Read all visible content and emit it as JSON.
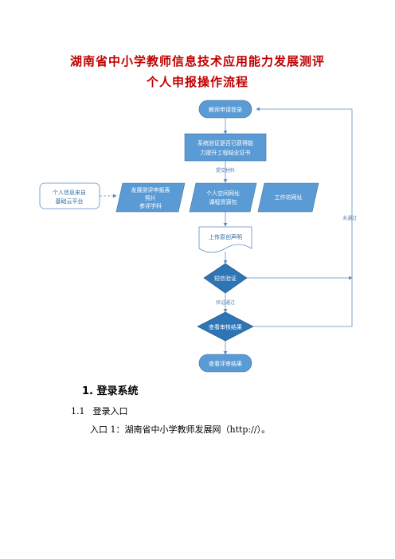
{
  "doc": {
    "title_line1": "湖南省中小学教师信息技术应用能力发展测评",
    "title_line2": "个人申报操作流程",
    "section1": "1. 登录系统",
    "subsection_num": "1.1",
    "subsection_title": "登录入口",
    "entry_text": "入口 1：湖南省中小学教师发展网（http://）。"
  },
  "flow": {
    "start": "教师申请登录",
    "verify_line1": "系统验证是否已获得能",
    "verify_line2": "力提升工程结业证书",
    "submit_label": "提交材料",
    "material1_line1": "发展测评申报表",
    "material1_line2": "照片",
    "material1_line3": "参评学科",
    "material2_line1": "个人空间网址",
    "material2_line2": "课程资源包",
    "material3": "工作坊网址",
    "source_line1": "个人信息来自",
    "source_line2": "基础云平台",
    "upload": "上传原创声明",
    "sms": "短信验证",
    "sms_pass": "验证通过",
    "review": "查看审核结果",
    "result": "查看评审结果",
    "not_pass": "未通过"
  },
  "colors": {
    "title": "#c00000",
    "node_fill": "#5b9bd5",
    "node_stroke": "#41719c",
    "line": "#5b8ec9"
  }
}
